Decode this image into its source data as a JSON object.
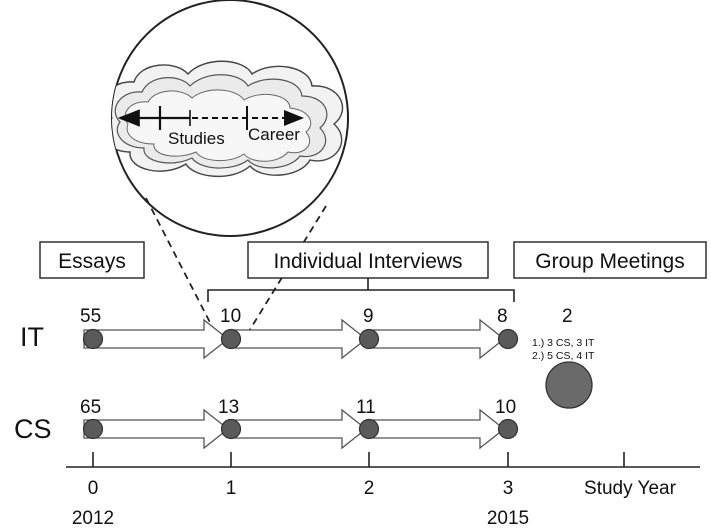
{
  "boxes": {
    "essays": "Essays",
    "interviews": "Individual Interviews",
    "group": "Group Meetings"
  },
  "zoom": {
    "studies": "Studies",
    "career": "Career"
  },
  "rows": [
    {
      "label": "IT",
      "counts": [
        "55",
        "10",
        "9",
        "8"
      ]
    },
    {
      "label": "CS",
      "counts": [
        "65",
        "13",
        "11",
        "10"
      ]
    }
  ],
  "group_meetings": {
    "count": "2",
    "line1": "1.) 3 CS, 3 IT",
    "line2": "2.) 5 CS, 4 IT"
  },
  "axis": {
    "ticks": [
      "0",
      "1",
      "2",
      "3"
    ],
    "title": "Study Year",
    "year_start": "2012",
    "year_end": "2015"
  },
  "colors": {
    "dot_fill": "#5a5a5a",
    "dot_stroke": "#333333",
    "group_circle": "#6a6a6a"
  }
}
